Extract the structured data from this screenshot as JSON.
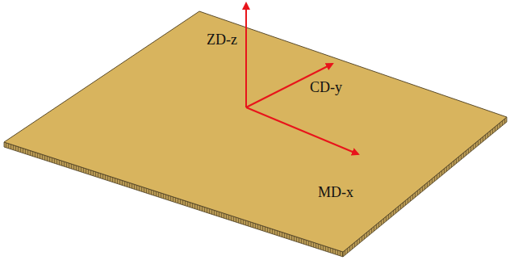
{
  "diagram": {
    "labels": [
      "ZD-z",
      "CD-y",
      "MD-x"
    ]
  }
}
